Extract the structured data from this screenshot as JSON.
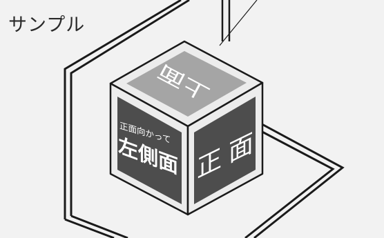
{
  "sample_label": "サンプル",
  "faces": {
    "top": "上面",
    "front": "正面",
    "left_small": "正面向かって",
    "left": "左側面"
  },
  "colors": {
    "background": "#f2f2f2",
    "top_face": "#a5a5a5",
    "side_faces": "#4d4d4d",
    "frame": "#ececec",
    "face_text": "#ffffff",
    "line": "#1a1a1a"
  }
}
